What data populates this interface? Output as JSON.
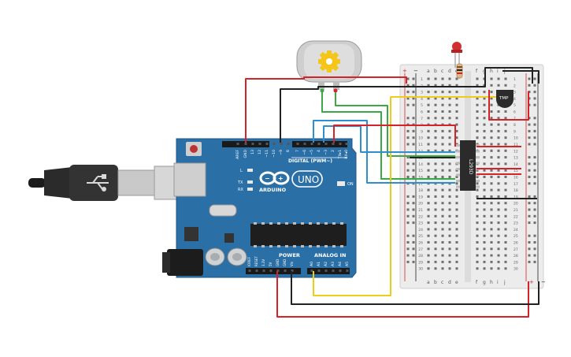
{
  "arduino": {
    "brand": "ARDUINO",
    "model": "UNO",
    "digital_header_label": "DIGITAL (PWM~)",
    "power_label": "POWER",
    "analog_label": "ANALOG IN",
    "on_label": "ON",
    "led_labels": {
      "l": "L",
      "tx": "TX",
      "rx": "RX"
    },
    "top_pins": [
      "AREF",
      "GND",
      "13",
      "12",
      "~11",
      "~10",
      "~9",
      "8",
      "7",
      "~6",
      "~5",
      "4",
      "~3",
      "2",
      "TX▸1",
      "RX◂0"
    ],
    "power_pins": [
      "IOREF",
      "RESET",
      "3.3V",
      "5V",
      "GND",
      "GND",
      "Vin"
    ],
    "analog_pins": [
      "A0",
      "A1",
      "A2",
      "A3",
      "A4",
      "A5"
    ]
  },
  "breadboard": {
    "columns_left": [
      "a",
      "b",
      "c",
      "d",
      "e"
    ],
    "columns_right": [
      "f",
      "g",
      "h",
      "i",
      "j"
    ],
    "rail_plus": "+",
    "rail_minus": "−",
    "rows": 30
  },
  "components": {
    "driver_chip": "L293D",
    "sensor_label": "TMP"
  },
  "colors": {
    "board": "#2a6fa6",
    "wire_red": "#d6232a",
    "wire_black": "#222222",
    "wire_yellow": "#f0cc1a",
    "wire_green": "#3aa845",
    "wire_blue": "#2e8fd0",
    "breadboard": "#ececec"
  }
}
